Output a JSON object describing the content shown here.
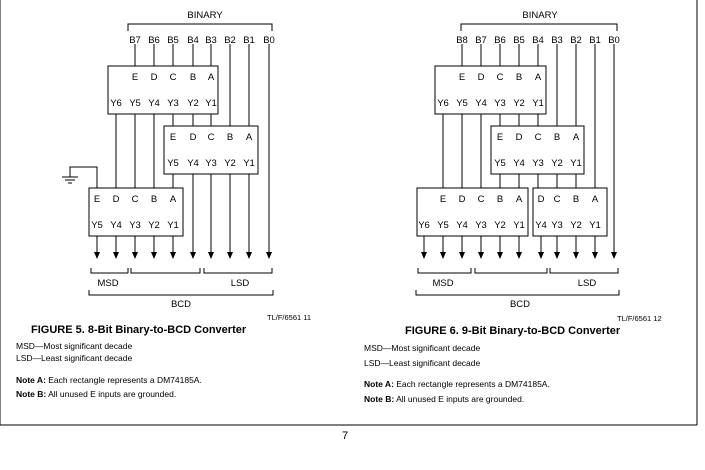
{
  "page_number": "7",
  "fig5": {
    "binary_label": "BINARY",
    "bits": [
      "B7",
      "B6",
      "B5",
      "B4",
      "B3",
      "B2",
      "B1",
      "B0"
    ],
    "ic_inputs": [
      "E",
      "D",
      "C",
      "B",
      "A"
    ],
    "ic1_outputs": [
      "Y6",
      "Y5",
      "Y4",
      "Y3",
      "Y2",
      "Y1"
    ],
    "ic2_outputs": [
      "Y5",
      "Y4",
      "Y3",
      "Y2",
      "Y1"
    ],
    "ic3_outputs": [
      "Y5",
      "Y4",
      "Y3",
      "Y2",
      "Y1"
    ],
    "msd": "MSD",
    "lsd": "LSD",
    "bcd": "BCD",
    "tl": "TL/F/6561  11",
    "caption": "FIGURE 5. 8-Bit Binary-to-BCD Converter",
    "msd_note": "MSD—Most significant decade",
    "lsd_note": "LSD—Least significant decade",
    "note_a_label": "Note A:",
    "note_a_text": " Each rectangle represents a DM74185A.",
    "note_b_label": "Note B:",
    "note_b_text": " All unused E inputs are grounded."
  },
  "fig6": {
    "binary_label": "BINARY",
    "bits": [
      "B8",
      "B7",
      "B6",
      "B5",
      "B4",
      "B3",
      "B2",
      "B1",
      "B0"
    ],
    "ic_inputs": [
      "E",
      "D",
      "C",
      "B",
      "A"
    ],
    "ic1_outputs": [
      "Y6",
      "Y5",
      "Y4",
      "Y3",
      "Y2",
      "Y1"
    ],
    "ic2_outputs": [
      "Y5",
      "Y4",
      "Y3",
      "Y2",
      "Y1"
    ],
    "ic3_outputs": [
      "Y6",
      "Y5",
      "Y4",
      "Y3",
      "Y2",
      "Y1"
    ],
    "ic4_outputs": [
      "Y4",
      "Y3",
      "Y2",
      "Y1"
    ],
    "ic4_inputs": [
      "D",
      "C",
      "B",
      "A"
    ],
    "msd": "MSD",
    "lsd": "LSD",
    "bcd": "BCD",
    "tl": "TL/F/6561  12",
    "caption": "FIGURE 6. 9-Bit Binary-to-BCD Converter",
    "msd_note": "MSD—Most significant decade",
    "lsd_note": "LSD—Least significant decade",
    "note_a_label": "Note A:",
    "note_a_text": " Each rectangle represents a DM74185A.",
    "note_b_label": "Note B:",
    "note_b_text": " All unused E inputs are grounded."
  }
}
